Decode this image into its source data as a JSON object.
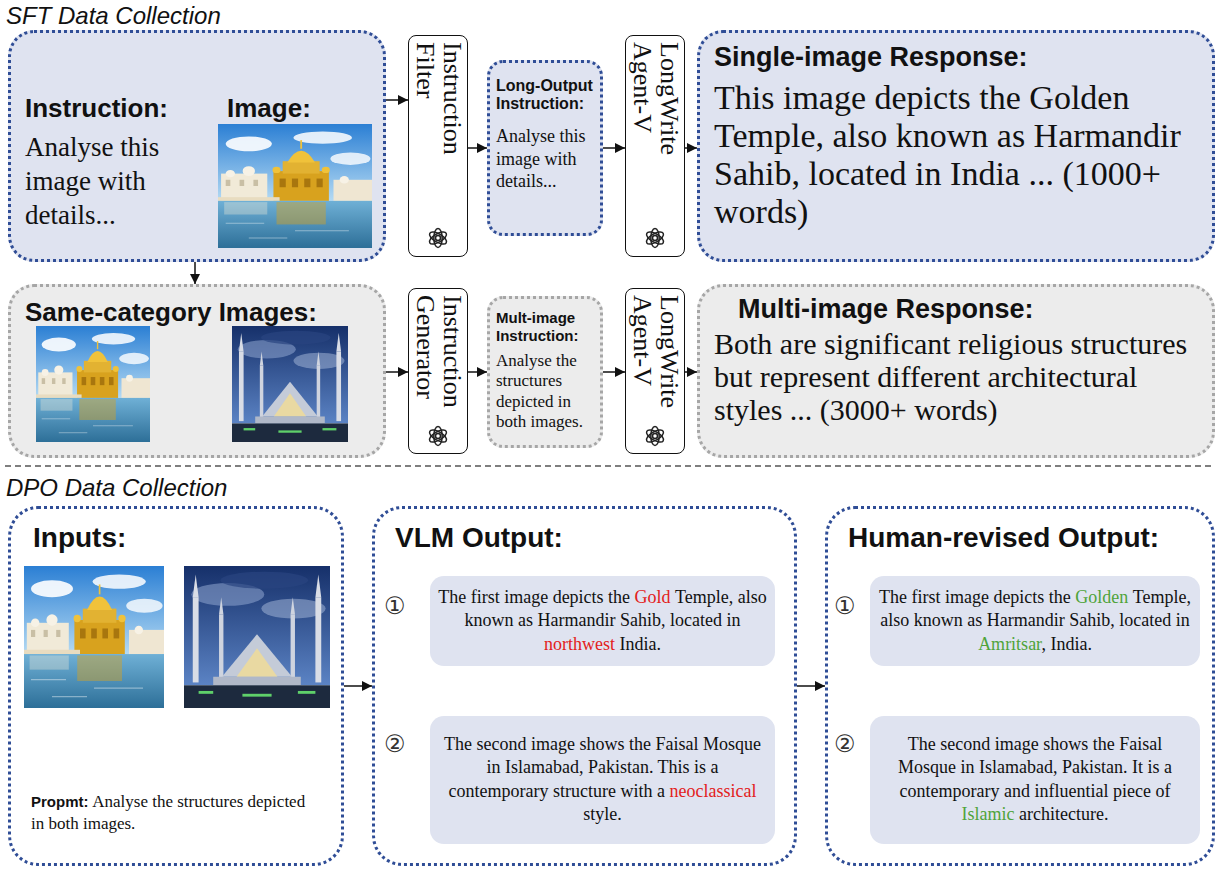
{
  "diagram": {
    "nodes": [
      {
        "text": [
          "Instruction:",
          "Analyse this image with details...",
          "Image:"
        ]
      },
      {
        "text": [
          "Instruction Filter"
        ]
      },
      {
        "text": [
          "Long-Output Instruction:",
          "Analyse this image with details..."
        ]
      },
      {
        "text": [
          "LongWrite Agent-V"
        ]
      },
      {
        "text": [
          "Single-image Response:",
          "This image depicts the Golden Temple, also known as Harmandir Sahib, located in India ... (1000+ words)"
        ]
      },
      {
        "text": [
          "Same-category Images:"
        ]
      },
      {
        "text": [
          "Instruction Generator"
        ]
      },
      {
        "text": [
          "Mult-image Instruction:",
          "Analyse the structures depicted in both images."
        ]
      },
      {
        "text": [
          "LongWrite Agent-V"
        ]
      },
      {
        "text": [
          "Multi-image Response:",
          "Both are significant religious structures but represent different architectural styles ... (3000+ words)"
        ]
      },
      {
        "text": [
          "Inputs:",
          "Propmt:",
          "Analyse the structures depicted in both images."
        ]
      },
      {
        "text": [
          "VLM Output:"
        ]
      },
      {
        "text": [
          "The first image depicts the",
          "Gold",
          "Temple, also known as Harmandir Sahib, located in",
          "northwest",
          "India."
        ],
        "in": 11
      },
      {
        "text": [
          "The second image shows the Faisal Mosque in Islamabad, Pakistan. This is a contemporary structure with a",
          "neoclassical",
          "style."
        ],
        "in": 11
      },
      {
        "text": [
          "Human-revised Output:"
        ]
      },
      {
        "text": [
          "The first image depicts the",
          "Golden",
          "Temple, also known as Harmandir Sahib, located in",
          "Amritsar",
          ", India."
        ],
        "in": 14
      },
      {
        "text": [
          "The second image shows the Faisal Mosque in Islamabad, Pakistan. It is a contemporary and influential piece of",
          "Islamic",
          "architecture."
        ],
        "in": 14
      }
    ],
    "edges": [
      {
        "from": 0,
        "to": 1,
        "arrow": "to"
      },
      {
        "from": 1,
        "to": 2,
        "arrow": "to"
      },
      {
        "from": 2,
        "to": 3,
        "arrow": "to"
      },
      {
        "from": 3,
        "to": 4,
        "arrow": "to"
      },
      {
        "from": 0,
        "to": 5,
        "arrow": "to"
      },
      {
        "from": 5,
        "to": 6,
        "arrow": "to"
      },
      {
        "from": 6,
        "to": 7,
        "arrow": "to"
      },
      {
        "from": 7,
        "to": 8,
        "arrow": "to"
      },
      {
        "from": 8,
        "to": 9,
        "arrow": "to"
      },
      {
        "from": 10,
        "to": 11,
        "arrow": "to"
      },
      {
        "from": 11,
        "to": 14,
        "arrow": "to"
      }
    ],
    "labels": [
      "SFT Data Collection",
      "DPO Data Collection",
      "①",
      "②",
      "①",
      "②"
    ]
  }
}
